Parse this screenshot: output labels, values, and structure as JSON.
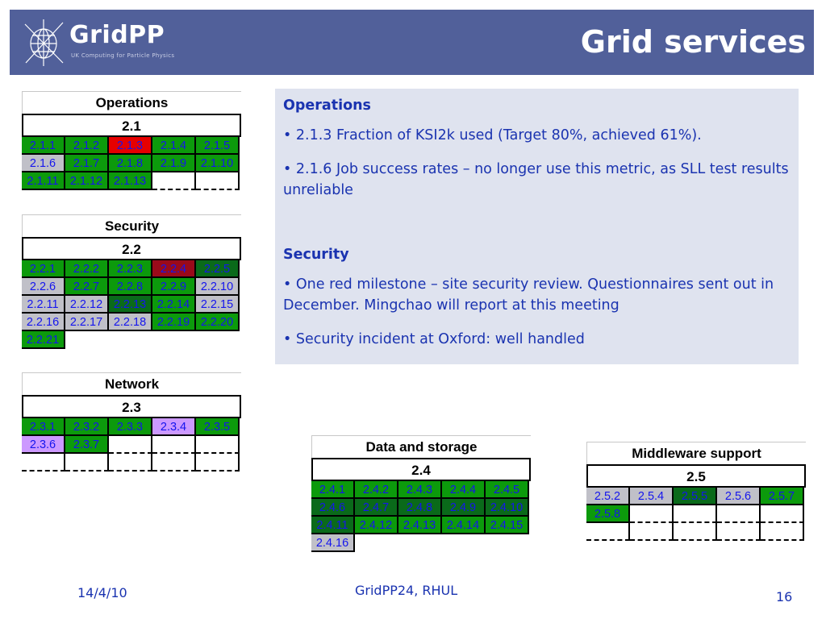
{
  "header": {
    "logo_text": "GridPP",
    "logo_tagline": "UK Computing for Particle Physics",
    "title": "Grid services"
  },
  "info": {
    "sections": [
      {
        "heading": "Operations",
        "bullets": [
          "• 2.1.3 Fraction of KSI2k used (Target 80%, achieved 61%).",
          "• 2.1.6 Job success rates – no longer use this metric, as SLL test results unreliable"
        ]
      },
      {
        "heading": "Security",
        "bullets": [
          "• One red milestone – site security review. Questionnaires sent out in December. Mingchao will report at this meeting",
          "• Security incident at Oxford: well handled"
        ]
      }
    ]
  },
  "colors": {
    "green": "#0c9a0c",
    "dark_green": "#0a6a1a",
    "red": "#e60000",
    "dark_red": "#9a0a1a",
    "grey": "#c0c0c8",
    "purple": "#cc99ff",
    "text_blue": "#1515ee",
    "header_bg": "#51609a"
  },
  "tables": [
    {
      "caption": "Operations",
      "number": "2.1",
      "cells": [
        [
          "2.1.1",
          "green"
        ],
        [
          "2.1.2",
          "green"
        ],
        [
          "2.1.3",
          "red"
        ],
        [
          "2.1.4",
          "green"
        ],
        [
          "2.1.5",
          "green"
        ],
        [
          "2.1.6",
          "grey"
        ],
        [
          "2.1.7",
          "green"
        ],
        [
          "2.1.8",
          "green"
        ],
        [
          "2.1.9",
          "green"
        ],
        [
          "2.1.10",
          "green"
        ],
        [
          "2.1.11",
          "green"
        ],
        [
          "2.1.12",
          "green"
        ],
        [
          "2.1.13",
          "green"
        ],
        [
          "",
          "empty"
        ],
        [
          "",
          "empty"
        ]
      ]
    },
    {
      "caption": "Security",
      "number": "2.2",
      "cells": [
        [
          "2.2.1",
          "green"
        ],
        [
          "2.2.2",
          "green"
        ],
        [
          "2.2.3",
          "green"
        ],
        [
          "2.2.4",
          "dark_red"
        ],
        [
          "2.2.5",
          "dark_green"
        ],
        [
          "2.2.6",
          "grey"
        ],
        [
          "2.2.7",
          "green"
        ],
        [
          "2.2.8",
          "green"
        ],
        [
          "2.2.9",
          "green"
        ],
        [
          "2.2.10",
          "grey"
        ],
        [
          "2.2.11",
          "grey"
        ],
        [
          "2.2.12",
          "grey"
        ],
        [
          "2.2.13",
          "dark_green"
        ],
        [
          "2.2.14",
          "green"
        ],
        [
          "2.2.15",
          "grey"
        ],
        [
          "2.2.16",
          "grey"
        ],
        [
          "2.2.17",
          "grey"
        ],
        [
          "2.2.18",
          "grey"
        ],
        [
          "2.2.19",
          "green"
        ],
        [
          "2.2.20",
          "green"
        ],
        [
          "2.2.21",
          "green"
        ],
        [
          "",
          "none"
        ],
        [
          "",
          "none"
        ],
        [
          "",
          "none"
        ],
        [
          "",
          "none"
        ]
      ]
    },
    {
      "caption": "Network",
      "number": "2.3",
      "cells": [
        [
          "2.3.1",
          "green"
        ],
        [
          "2.3.2",
          "green"
        ],
        [
          "2.3.3",
          "green"
        ],
        [
          "2.3.4",
          "purple"
        ],
        [
          "2.3.5",
          "green"
        ],
        [
          "2.3.6",
          "purple"
        ],
        [
          "2.3.7",
          "green"
        ],
        [
          "",
          "empty"
        ],
        [
          "",
          "empty"
        ],
        [
          "",
          "empty"
        ],
        [
          "",
          "empty"
        ],
        [
          "",
          "empty"
        ],
        [
          "",
          "empty"
        ],
        [
          "",
          "empty"
        ],
        [
          "",
          "empty"
        ]
      ]
    },
    {
      "caption": "Data and storage",
      "number": "2.4",
      "cells": [
        [
          "2.4.1",
          "green"
        ],
        [
          "2.4.2",
          "green"
        ],
        [
          "2.4.3",
          "green"
        ],
        [
          "2.4.4",
          "green"
        ],
        [
          "2.4.5",
          "green"
        ],
        [
          "2.4.6",
          "dark_green"
        ],
        [
          "2.4.7",
          "dark_green"
        ],
        [
          "2.4.8",
          "dark_green"
        ],
        [
          "2.4.9",
          "dark_green"
        ],
        [
          "2.4.10",
          "dark_green"
        ],
        [
          "2.4.11",
          "dark_green"
        ],
        [
          "2.4.12",
          "green"
        ],
        [
          "2.4.13",
          "green"
        ],
        [
          "2.4.14",
          "green"
        ],
        [
          "2.4.15",
          "green"
        ],
        [
          "2.4.16",
          "grey"
        ],
        [
          "",
          "none"
        ],
        [
          "",
          "none"
        ],
        [
          "",
          "none"
        ],
        [
          "",
          "none"
        ]
      ]
    },
    {
      "caption": "Middleware support",
      "number": "2.5",
      "cells": [
        [
          "2.5.2",
          "grey"
        ],
        [
          "2.5.4",
          "grey"
        ],
        [
          "2.5.5",
          "dark_green"
        ],
        [
          "2.5.6",
          "grey"
        ],
        [
          "2.5.7",
          "green"
        ],
        [
          "2.5.8",
          "green"
        ],
        [
          "",
          "empty"
        ],
        [
          "",
          "empty"
        ],
        [
          "",
          "empty"
        ],
        [
          "",
          "empty"
        ],
        [
          "",
          "empty"
        ],
        [
          "",
          "empty"
        ],
        [
          "",
          "empty"
        ],
        [
          "",
          "empty"
        ],
        [
          "",
          "empty"
        ]
      ]
    }
  ],
  "footer": {
    "date": "14/4/10",
    "event": "GridPP24, RHUL",
    "page": "16"
  }
}
